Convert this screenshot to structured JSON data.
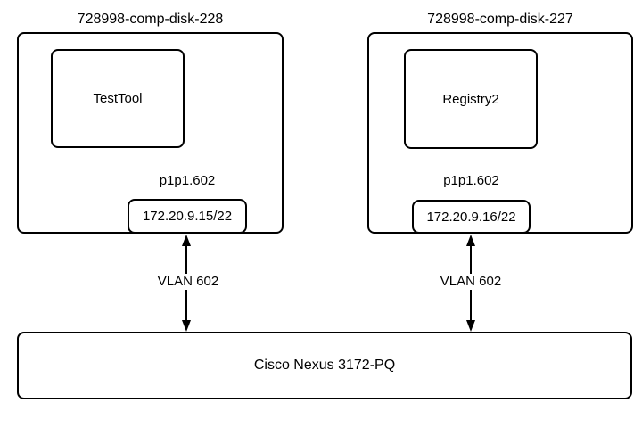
{
  "diagram": {
    "hosts": [
      {
        "title": "728998-comp-disk-228",
        "app": "TestTool",
        "interface": "p1p1.602",
        "ip": "172.20.9.15/22",
        "vlan": "VLAN 602"
      },
      {
        "title": "728998-comp-disk-227",
        "app": "Registry2",
        "interface": "p1p1.602",
        "ip": "172.20.9.16/22",
        "vlan": "VLAN 602"
      }
    ],
    "switch_label": "Cisco Nexus 3172-PQ",
    "colors": {
      "stroke": "#000000",
      "background": "#ffffff"
    }
  }
}
